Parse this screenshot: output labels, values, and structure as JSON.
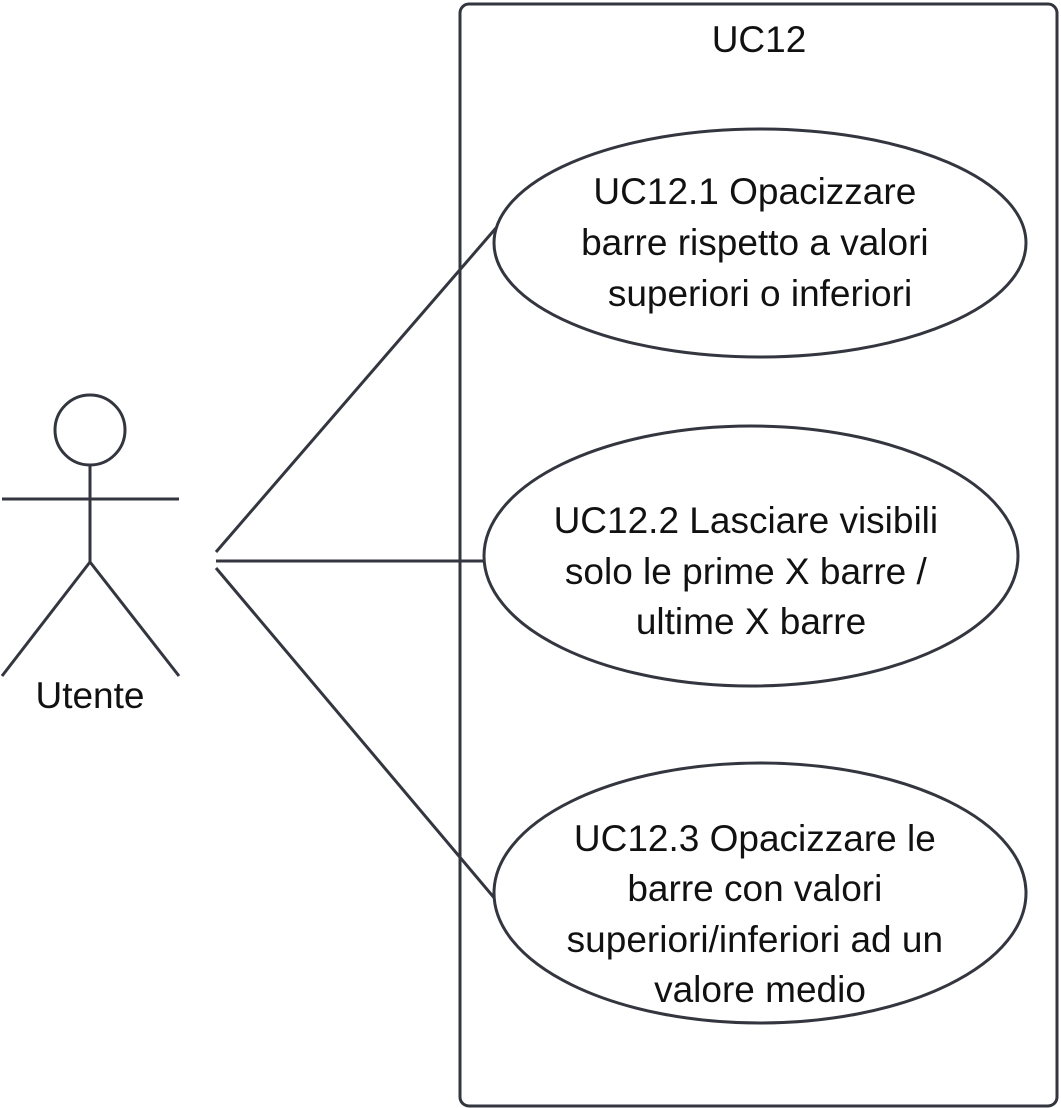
{
  "diagram": {
    "system": {
      "title": "UC12"
    },
    "actor": {
      "label": "Utente"
    },
    "use_cases": [
      {
        "lines": [
          "UC12.1 Opacizzare",
          "barre rispetto a valori",
          "superiori o inferiori"
        ]
      },
      {
        "lines": [
          "UC12.2 Lasciare visibili",
          "solo le prime X barre /",
          "ultime X barre"
        ]
      },
      {
        "lines": [
          "UC12.3 Opacizzare le",
          "barre con valori",
          "superiori/inferiori ad un",
          "valore medio"
        ]
      }
    ],
    "colors": {
      "stroke": "#33363f",
      "text": "#111111",
      "background": "#ffffff"
    }
  }
}
